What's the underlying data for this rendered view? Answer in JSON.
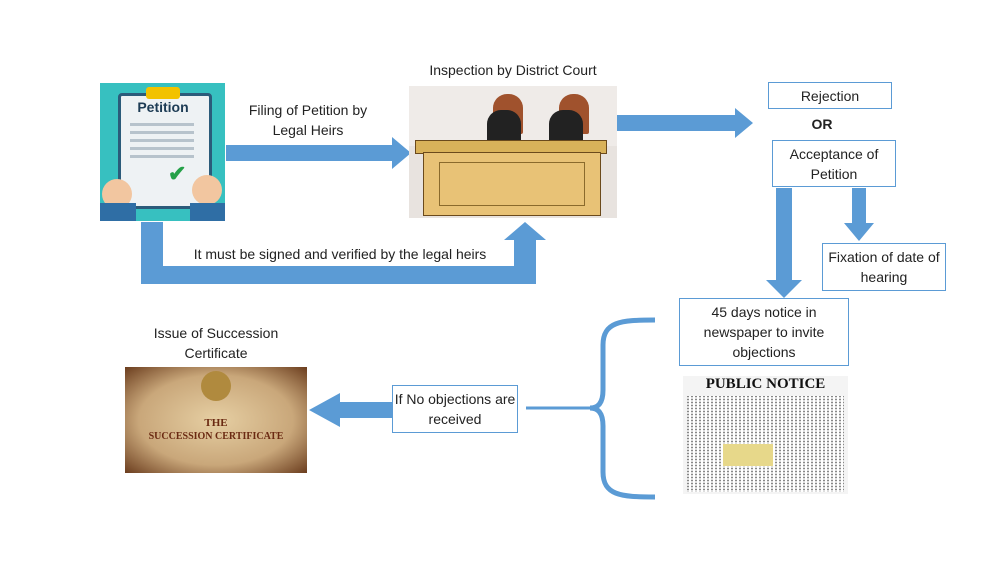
{
  "steps": {
    "filing_label": "Filing of Petition by Legal Heirs",
    "inspection_label": "Inspection by District Court",
    "signed_label": "It must be signed and verified by the legal heirs",
    "rejection": "Rejection",
    "or": "OR",
    "acceptance": "Acceptance of Petition",
    "fixation": "Fixation of date of hearing",
    "notice": "45 days notice in newspaper to invite objections",
    "no_objection": "If No objections are received",
    "issue": "Issue of Succession Certificate"
  },
  "images": {
    "petition_title": "Petition",
    "public_notice_title": "PUBLIC NOTICE",
    "certificate_line1": "THE",
    "certificate_line2": "SUCCESSION CERTIFICATE"
  },
  "colors": {
    "arrow": "#5b9bd5",
    "box_border": "#5b9bd5",
    "petition_bg": "#37c0c0",
    "parchment": "#c9a77a"
  }
}
